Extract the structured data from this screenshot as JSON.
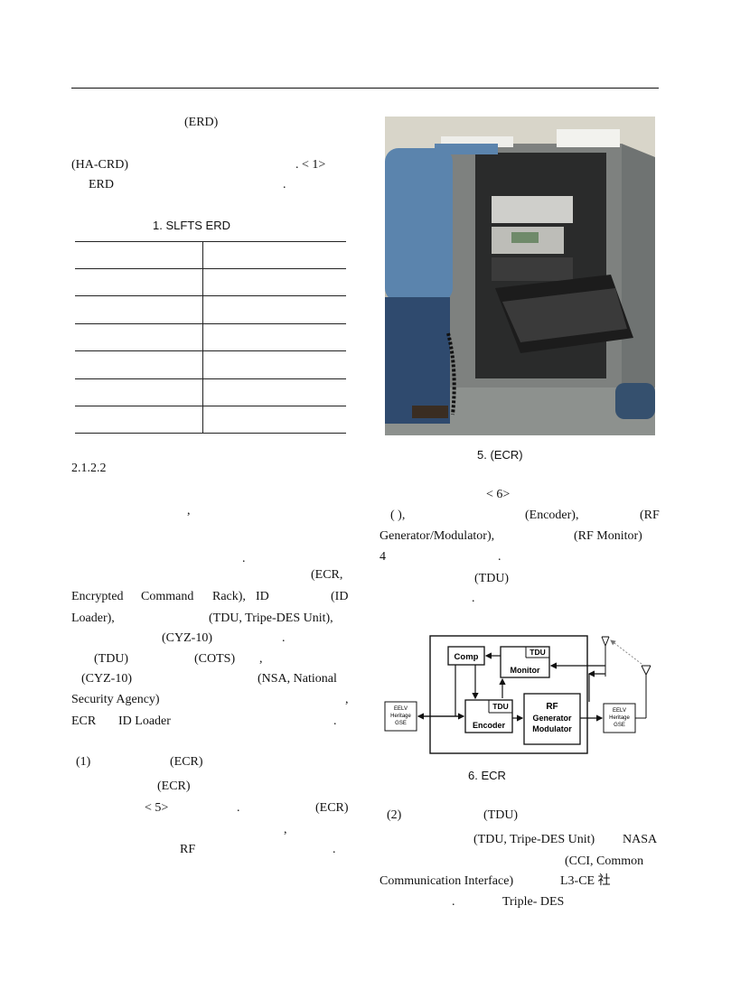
{
  "left_col": {
    "line1": "(ERD)",
    "line2a": "(HA-CRD)",
    "line2b": ". <   1>",
    "line3a": "ERD",
    "line3b": ".",
    "table_caption": "1. SLFTS ERD",
    "section_heading": "2.1.2.2",
    "comma1": ",",
    "period1": ".",
    "ecr_line_a": "(ECR,",
    "ecr_line_b_words": [
      "Encrypted",
      "Command",
      "Rack),",
      "ID",
      "(ID"
    ],
    "ecr_line_c_a": "Loader),",
    "ecr_line_c_b": "(TDU,  Tripe-DES  Unit),",
    "ecr_line_d_a": "(CYZ-10)",
    "ecr_line_d_b": ".",
    "tdu_line_a": "(TDU)",
    "tdu_line_b": "(COTS)",
    "tdu_line_c": ",",
    "cyz_line_a": "(CYZ-10)",
    "cyz_line_b": "(NSA,   National",
    "nsa_line_a": "Security  Agency)",
    "nsa_line_b": ",",
    "ecr_id_a": "ECR",
    "ecr_id_b": "ID  Loader",
    "ecr_id_c": ".",
    "sub1_a": "(1)",
    "sub1_b": "(ECR)",
    "sub1_line2": "(ECR)",
    "sub1_line3_a": "<      5>",
    "sub1_line3_b": ".",
    "sub1_line3_c": "(ECR)",
    "sub1_line4": ",",
    "sub1_line5_a": "RF",
    "sub1_line5_b": "."
  },
  "right_col": {
    "fig5_caption": "5.                (ECR)",
    "p1_a": "<      6>",
    "p2_a": "(          ),",
    "p2_b": "(Encoder),",
    "p2_c": "(RF",
    "p3_a": "Generator/Modulator),",
    "p3_b": "(RF  Monitor)",
    "p4_a": "4",
    "p4_b": ".",
    "p5_a": "(TDU)",
    "p6_a": ".",
    "fig6_caption": "6. ECR",
    "sub2_a": "(2)",
    "sub2_b": "(TDU)",
    "tdu_p1_a": "(TDU,  Tripe-DES  Unit)",
    "tdu_p1_b": "NASA",
    "tdu_p2_a": "(CCI,   Common",
    "tdu_p3_a": "Communication  Interface)",
    "tdu_p3_b": "L3-CE  社",
    "tdu_p4_a": ".",
    "tdu_p4_b": "Triple-  DES"
  },
  "diagram": {
    "comp": "Comp",
    "tdu_monitor_1": "TDU",
    "tdu_monitor_2": "Monitor",
    "tdu_encoder_1": "TDU",
    "tdu_encoder_2": "Encoder",
    "rf_1": "RF",
    "rf_2": "Generator",
    "rf_3": "Modulator",
    "eelv_left": [
      "EELV",
      "Heritage",
      "GSE"
    ],
    "eelv_right": [
      "EELV",
      "Heritage",
      "GSE"
    ]
  }
}
